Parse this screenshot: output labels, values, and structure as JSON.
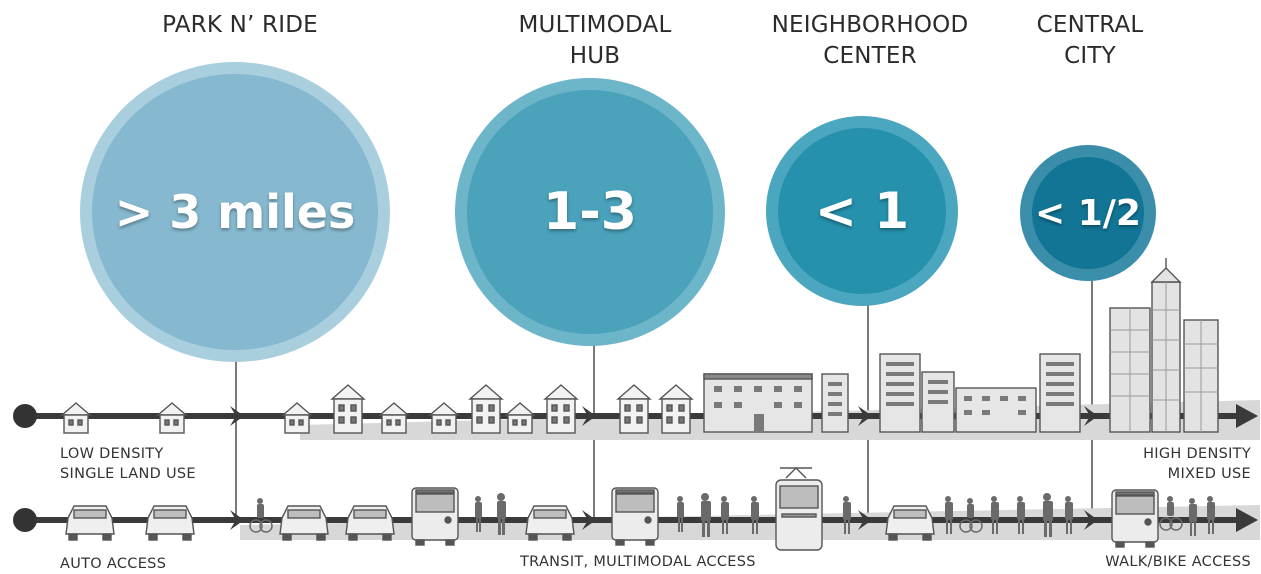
{
  "categories": [
    {
      "label_line1": "PARK N’ RIDE",
      "label_line2": "",
      "distance": "> 3 miles",
      "color": "#86b9cf",
      "ring": "#a9cfdf"
    },
    {
      "label_line1": "MULTIMODAL",
      "label_line2": "HUB",
      "distance": "1-3",
      "color": "#4aa2bb",
      "ring": "#6db5c9"
    },
    {
      "label_line1": "NEIGHBORHOOD",
      "label_line2": "CENTER",
      "distance": "< 1",
      "color": "#2591ad",
      "ring": "#4ba6bf"
    },
    {
      "label_line1": "CENTRAL",
      "label_line2": "CITY",
      "distance": "< 1/2",
      "color": "#127596",
      "ring": "#3a8ea9"
    }
  ],
  "density": {
    "left_line1": "LOW DENSITY",
    "left_line2": "SINGLE LAND USE",
    "right_line1": "HIGH DENSITY",
    "right_line2": "MIXED USE"
  },
  "access": {
    "left": "AUTO ACCESS",
    "middle": "TRANSIT, MULTIMODAL ACCESS",
    "right": "WALK/BIKE ACCESS"
  },
  "colors": {
    "axis_dark": "#333333",
    "band": "#cfcfcf",
    "building": "#9b9b9b"
  }
}
